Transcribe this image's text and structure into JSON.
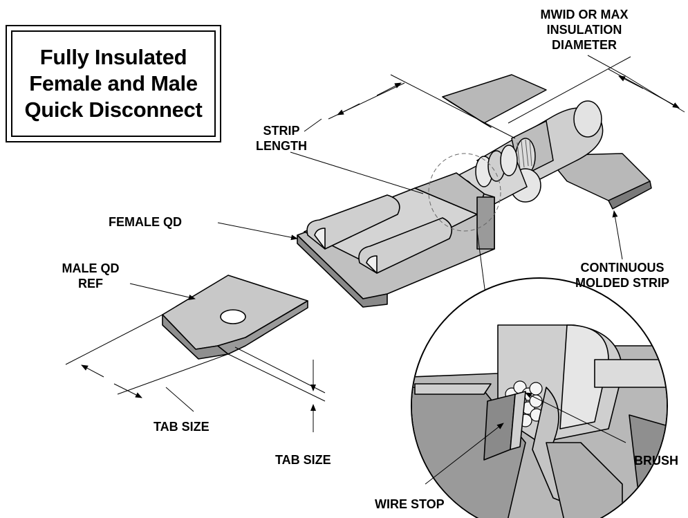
{
  "title": {
    "line1": "Fully Insulated",
    "line2": "Female and Male",
    "line3": "Quick Disconnect"
  },
  "labels": {
    "mwid_l1": "MWID OR MAX",
    "mwid_l2": "INSULATION",
    "mwid_l3": "DIAMETER",
    "strip_l1": "STRIP",
    "strip_l2": "LENGTH",
    "female_qd": "FEMALE QD",
    "male_l1": "MALE QD",
    "male_l2": "REF",
    "continuous_l1": "CONTINUOUS",
    "continuous_l2": "MOLDED STRIP",
    "tab_size_width": "TAB SIZE",
    "tab_size_thickness": "TAB SIZE",
    "brush": "BRUSH",
    "wire_stop": "WIRE STOP"
  },
  "colors": {
    "body": "#c8c8c8",
    "dark": "#8a8a8a",
    "light": "#e6e6e6",
    "line": "#000000"
  }
}
